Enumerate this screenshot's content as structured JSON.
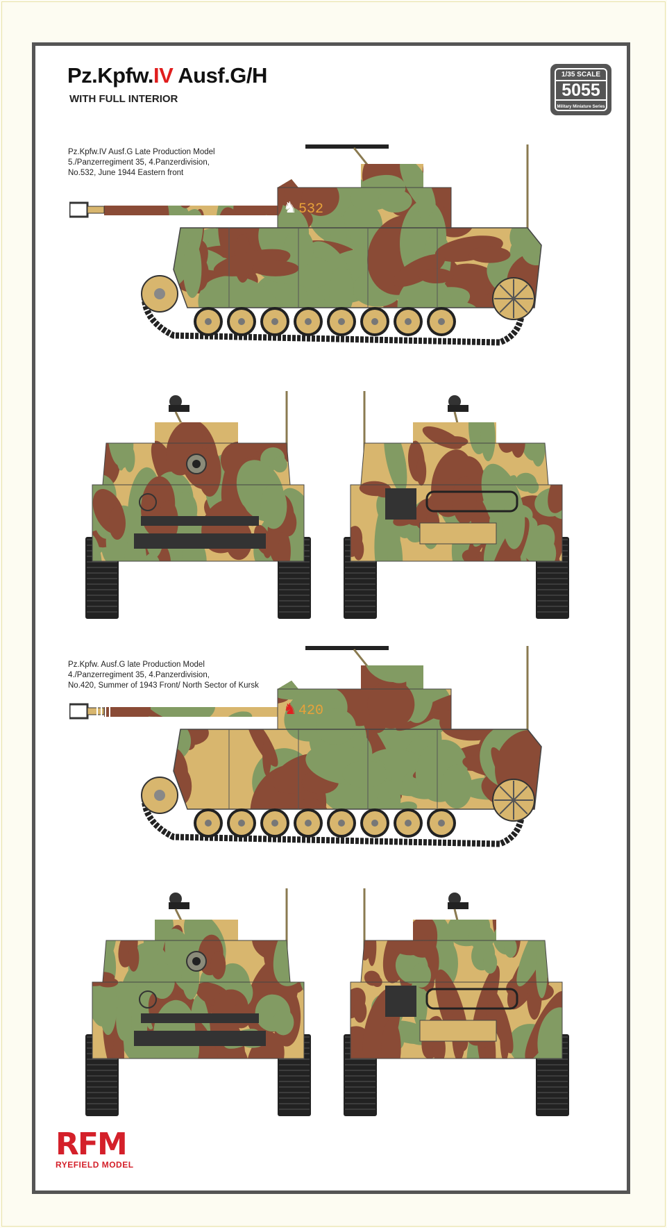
{
  "header": {
    "title_prefix": "Pz.Kpfw.",
    "title_accent": "IV",
    "title_suffix": " Ausf.G/H",
    "subtitle": "WITH FULL INTERIOR"
  },
  "badge": {
    "scale": "1/35 SCALE",
    "number": "5055",
    "series": "Military Miniature Series"
  },
  "schemes": [
    {
      "caption": [
        "Pz.Kpfw.IV Ausf.G Late Production Model",
        "5./Panzerregiment 35, 4.Panzerdivision,",
        "No.532, June 1944 Eastern front"
      ],
      "turret_number": "532",
      "number_color": "#e8a23a",
      "emblem_color": "#ffffff"
    },
    {
      "caption": [
        "Pz.Kpfw. Ausf.G late Production Model",
        "4./Panzerregiment 35, 4.Panzerdivision,",
        "No.420, Summer of 1943 Front/ North Sector of Kursk"
      ],
      "turret_number": "420",
      "number_color": "#e8a23a",
      "emblem_color": "#e02020"
    }
  ],
  "logo": {
    "mark": "RFM",
    "name": "RYEFIELD MODEL"
  },
  "colors": {
    "sand": "#d8b66e",
    "green": "#829b63",
    "brown": "#8a4b36",
    "frame": "#555555",
    "accent": "#e01e1e"
  }
}
